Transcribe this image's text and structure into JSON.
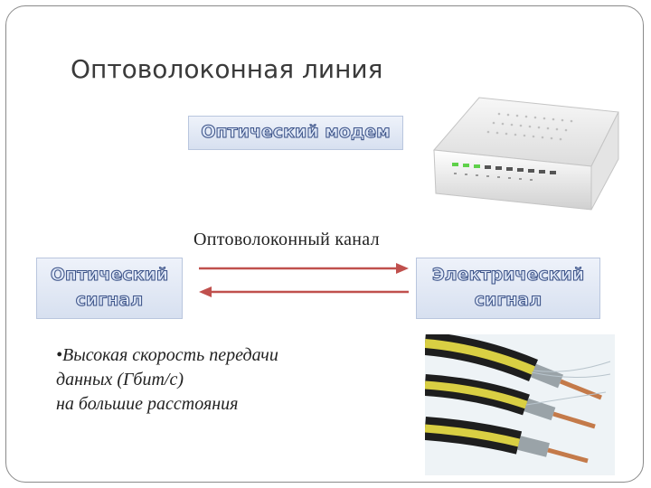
{
  "slide": {
    "title": "Оптоволоконная линия",
    "modem_label": "Оптический модем",
    "channel_label": "Оптоволоконный канал",
    "optical_signal_label": "Оптический\nсигнал",
    "electrical_signal_label": "Электрический\nсигнал",
    "bullet_lines": [
      "•Высокая скорость передачи",
      "данных (Гбит/с)",
      "на большие расстояния"
    ]
  },
  "colors": {
    "arrow": "#c0504d",
    "box_text_outline": "#3b5288",
    "border": "#8a8a8a"
  },
  "icons": {
    "modem": "optical-modem-device-illustration",
    "cable": "fiber-optic-cable-illustration"
  }
}
